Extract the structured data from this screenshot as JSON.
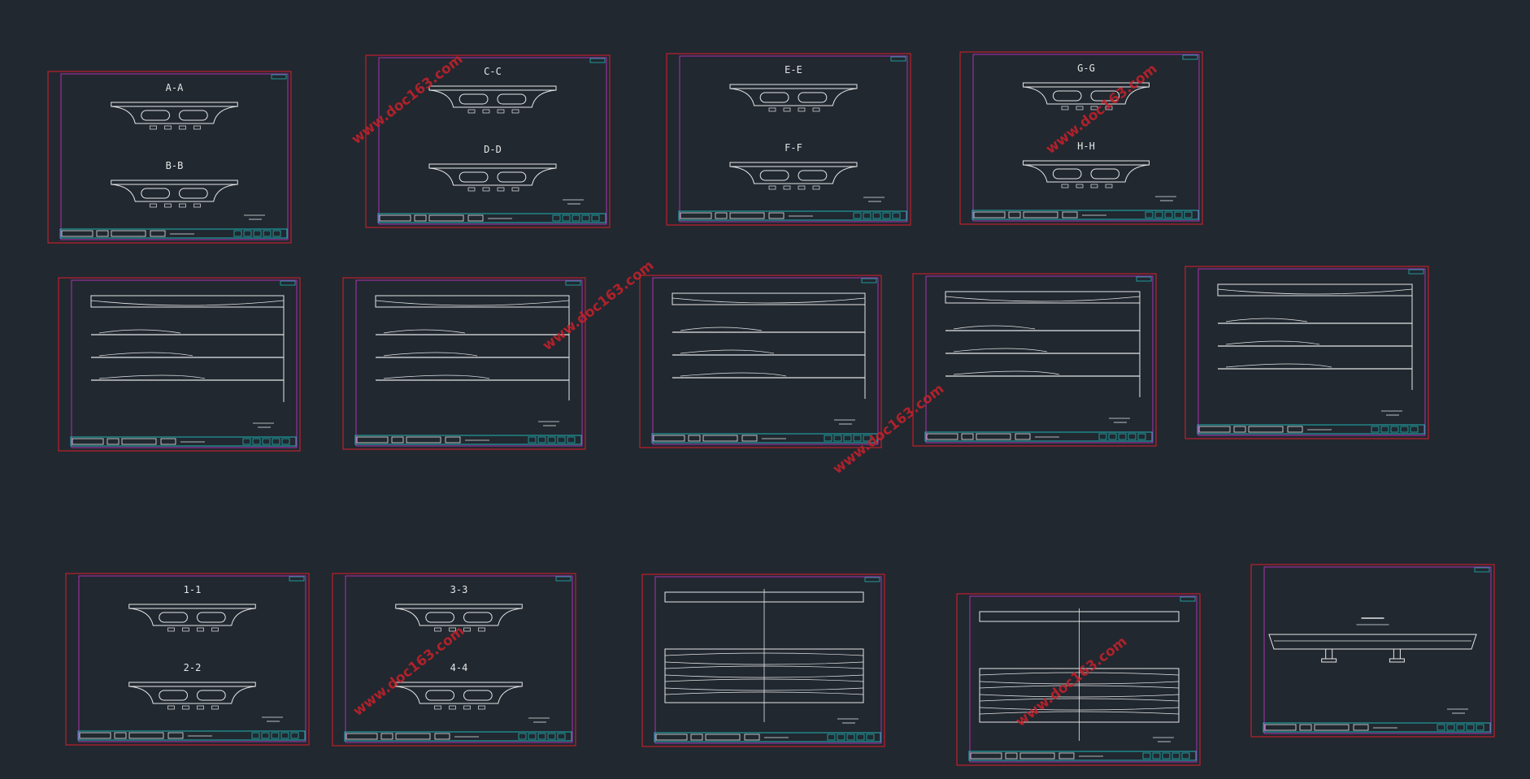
{
  "app": {
    "background": "#212830"
  },
  "colors": {
    "outer_frame": "#c0202c",
    "inner_frame": "#b030b0",
    "title_block": "#1fb5b5",
    "linework": "#e6e6e6",
    "watermark": "#c8202a"
  },
  "watermark_text": "www.doc163.com",
  "sheets": [
    {
      "id": "s1",
      "type": "section",
      "labels": [
        "A-A",
        "B-B"
      ]
    },
    {
      "id": "s2",
      "type": "section",
      "labels": [
        "C-C",
        "D-D"
      ]
    },
    {
      "id": "s3",
      "type": "section",
      "labels": [
        "E-E",
        "F-F"
      ]
    },
    {
      "id": "s4",
      "type": "section",
      "labels": [
        "G-G",
        "H-H"
      ]
    },
    {
      "id": "s5",
      "type": "elevation",
      "labels": []
    },
    {
      "id": "s6",
      "type": "elevation",
      "labels": []
    },
    {
      "id": "s7",
      "type": "elevation",
      "labels": []
    },
    {
      "id": "s8",
      "type": "elevation",
      "labels": []
    },
    {
      "id": "s9",
      "type": "elevation",
      "labels": []
    },
    {
      "id": "s10",
      "type": "section",
      "labels": [
        "1-1",
        "2-2"
      ]
    },
    {
      "id": "s11",
      "type": "section",
      "labels": [
        "3-3",
        "4-4"
      ]
    },
    {
      "id": "s12",
      "type": "plan",
      "labels": []
    },
    {
      "id": "s13",
      "type": "plan",
      "labels": []
    },
    {
      "id": "s14",
      "type": "bent",
      "labels": []
    }
  ]
}
